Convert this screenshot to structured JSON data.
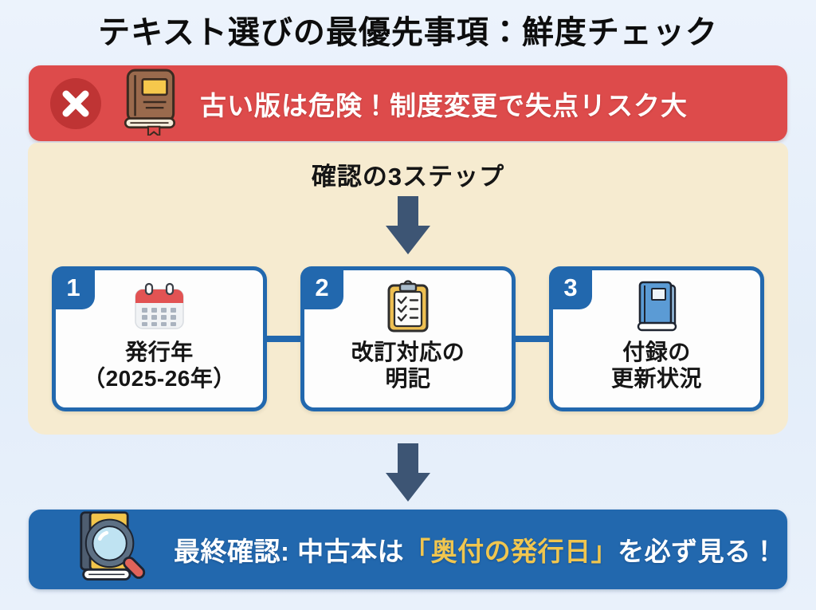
{
  "page": {
    "title": "テキスト選びの最優先事項：鮮度チェック",
    "background_color": "#e6effa"
  },
  "warning_banner": {
    "text": "古い版は危険！制度変更で失点リスク大",
    "background_color": "#dd4b4b",
    "icons": [
      "x-circle-icon",
      "old-book-icon"
    ]
  },
  "steps_panel": {
    "heading": "確認の3ステップ",
    "background_color": "#f6ebd0",
    "card_border_color": "#2268ae",
    "cards": [
      {
        "number": "1",
        "icon": "calendar-icon",
        "line1": "発行年",
        "line2": "（2025-26年）"
      },
      {
        "number": "2",
        "icon": "clipboard-icon",
        "line1": "改訂対応の",
        "line2": "明記"
      },
      {
        "number": "3",
        "icon": "blue-book-icon",
        "line1": "付録の",
        "line2": "更新状況"
      }
    ]
  },
  "arrows": {
    "color": "#3d5574",
    "direction": "down"
  },
  "final_banner": {
    "text_prefix": "最終確認: 中古本は",
    "text_highlight": "「奥付の発行日」",
    "text_suffix": "を必ず見る！",
    "highlight_color": "#f0c64f",
    "background_color": "#2268ae",
    "icon": "book-magnifier-icon"
  }
}
